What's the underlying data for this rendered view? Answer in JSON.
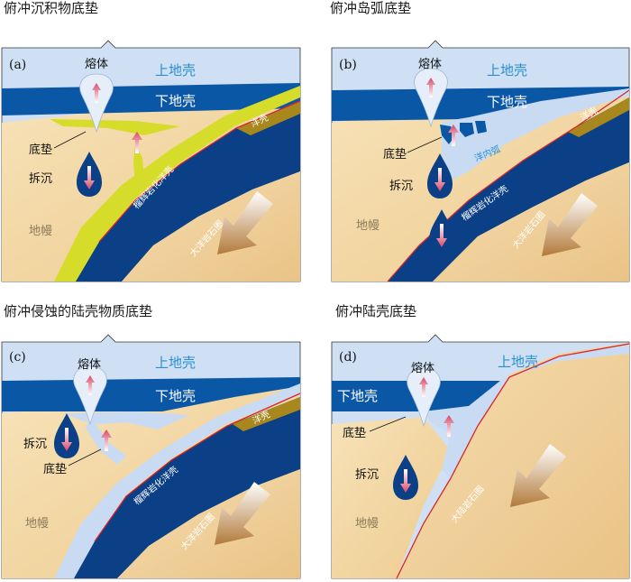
{
  "panels": [
    {
      "letter": "(a)",
      "heading": "俯冲沉积物底垫",
      "labels": {
        "upper_crust": "上地壳",
        "lower_crust": "下地壳",
        "melt": "熔体",
        "underplating": "底垫",
        "delamination": "拆沉",
        "mantle": "地幔",
        "eclogite_oceanic_crust": "榴辉岩化洋壳",
        "oceanic_crust": "洋壳",
        "oceanic_lithosphere": "大洋岩石圈"
      }
    },
    {
      "letter": "(b)",
      "heading": "俯冲岛弧底垫",
      "labels": {
        "upper_crust": "上地壳",
        "lower_crust": "下地壳",
        "melt": "熔体",
        "underplating": "底垫",
        "delamination": "拆沉",
        "mantle": "地幔",
        "intra_oceanic_arc": "洋内弧",
        "eclogite_oceanic_crust": "榴辉岩化洋壳",
        "oceanic_crust": "洋壳",
        "oceanic_lithosphere": "大洋岩石圈"
      }
    },
    {
      "letter": "(c)",
      "heading": "俯冲侵蚀的陆壳物质底垫",
      "labels": {
        "upper_crust": "上地壳",
        "lower_crust": "下地壳",
        "melt": "熔体",
        "underplating": "底垫",
        "delamination": "拆沉",
        "mantle": "地幔",
        "eclogite_oceanic_crust": "榴辉岩化洋壳",
        "oceanic_crust": "洋壳",
        "oceanic_lithosphere": "大洋岩石圈"
      }
    },
    {
      "letter": "(d)",
      "heading": "俯冲陆壳底垫",
      "labels": {
        "upper_crust": "上地壳",
        "lower_crust": "下地壳",
        "melt": "熔体",
        "underplating": "底垫",
        "delamination": "拆沉",
        "mantle": "地幔",
        "continental_lithosphere": "大陆岩石圈"
      }
    }
  ],
  "colors": {
    "upper_crust": "#cfe0f5",
    "lower_crust": "#0a57a6",
    "mantle": "#f3d9a6",
    "oceanic_slab": "#0b3f86",
    "sediment": "#d6dc2a",
    "subduction_line": "#d8262b",
    "oceanic_crust_band": "#a8871d",
    "underplate_material": "#c9dbf3"
  }
}
